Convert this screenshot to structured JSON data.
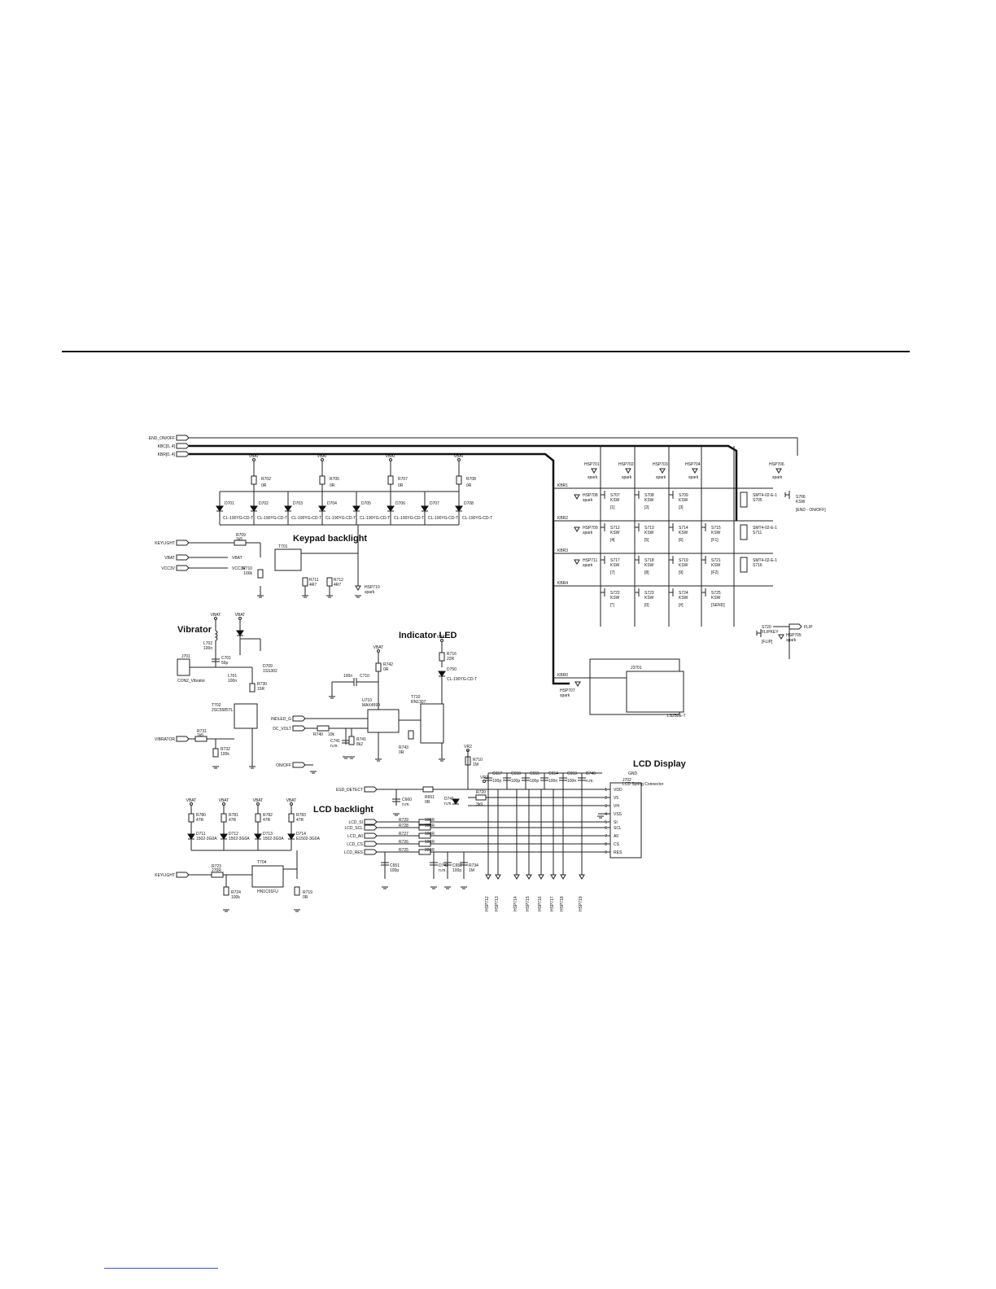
{
  "nets": {
    "end_on_off": "END_ON/OFF",
    "kbc": "KBC[0..4]",
    "kbr": "KBR[0..4]",
    "keylight": "KEYLIGHT",
    "vbat": "VBAT",
    "vcc3v": "VCC3V",
    "vibrator": "VIBRATOR",
    "indled": "INDLED_G",
    "dc_volt": "DC_VOLT",
    "onoff": "ON/OFF",
    "esd": "ESD_DETECT",
    "flip": "FLIP",
    "kbr1": "KBR1",
    "kbr2": "KBR2",
    "kbr3": "KBR3",
    "kbr4": "KBR4",
    "kbr0": "KBR0"
  },
  "sections": {
    "keypad_backlight": "Keypad backlight",
    "vibrator": "Vibrator",
    "indicator_led": "Indicator LED",
    "lcd_display": "LCD Display",
    "lcd_backlight": "LCD backlight"
  },
  "keypad_leds": [
    {
      "ref": "D701",
      "part": "CL-190YG-CD-T"
    },
    {
      "ref": "D702",
      "part": "CL-190YG-CD-T"
    },
    {
      "ref": "D703",
      "part": "CL-190YG-CD-T"
    },
    {
      "ref": "D704",
      "part": "CL-190YG-CD-T"
    },
    {
      "ref": "D705",
      "part": "CL-190YG-CD-T"
    },
    {
      "ref": "D706",
      "part": "CL-190YG-CD-T"
    },
    {
      "ref": "D707",
      "part": "CL-190YG-CD-T"
    },
    {
      "ref": "D708",
      "part": "CL-190YG-CD-T"
    }
  ],
  "keypad_resistors": [
    {
      "ref": "R702",
      "val": "0R"
    },
    {
      "ref": "R705",
      "val": "0R"
    },
    {
      "ref": "R707",
      "val": "0R"
    },
    {
      "ref": "R708",
      "val": "0R"
    }
  ],
  "keypad_drive": {
    "r709": "R709",
    "r709v": "1k5",
    "t701": "T701",
    "r710": "R710",
    "r710v": "100k",
    "r711": "R711",
    "r711v": "4R7",
    "r712": "R712",
    "r712v": "4R7",
    "hsp710": "HSP710",
    "spark": "spark",
    "vbat_port": "VBAT",
    "vcc_port": "VCC3V"
  },
  "keys": [
    [
      "[1]",
      "[2]",
      "[3]",
      ""
    ],
    [
      "[4]",
      "[5]",
      "[6]",
      "[F1]"
    ],
    [
      "[7]",
      "[8]",
      "[9]",
      "[F2]"
    ],
    [
      "[*]",
      "[0]",
      "[#]",
      "[SEND]"
    ]
  ],
  "key_refs": [
    [
      "S707",
      "S708",
      "S709",
      ""
    ],
    [
      "S712",
      "S713",
      "S714",
      "S715"
    ],
    [
      "S717",
      "S718",
      "S719",
      "S721"
    ],
    [
      "S722",
      "S723",
      "S724",
      "S725"
    ]
  ],
  "ksw": "KSW",
  "key_hsp": [
    "HSP701",
    "HSP702",
    "HSP703",
    "HSP704",
    "HSP706"
  ],
  "row_hsp": [
    "HSP708",
    "HSP709",
    "HSP711"
  ],
  "side_keys": [
    {
      "ref": "SMT4-02-E-1",
      "s": "S705"
    },
    {
      "ref": "SMT4-02-E-1",
      "s": "S711"
    },
    {
      "ref": "SMT4-02-E-1",
      "s": "S716"
    }
  ],
  "end_key": {
    "ref": "S706",
    "ksw": "KSW",
    "label": "[END - ON/OFF]"
  },
  "flip_key": {
    "ref": "S720",
    "part": "FLIPKEY",
    "label": "[FLIP]",
    "hsp": "HSP705",
    "spark": "spark"
  },
  "joystick": {
    "ref": "J3701",
    "part": "LS250E-T",
    "hsp": "HSP707"
  },
  "vibrator": {
    "conn": "J701",
    "conn_name": "CON2_Vibrator",
    "l702": "L702",
    "l702v": "100n",
    "c701": "C701",
    "c701v": "56p",
    "l701": "L701",
    "l701v": "100n",
    "d709": "D709",
    "d709v": "1SS302",
    "r730": "R730",
    "r730v": "15R",
    "t702": "T702",
    "t702v": "2SC5585TL",
    "r731": "R731",
    "r731v": "1k5",
    "r732": "R732",
    "r732v": "100k"
  },
  "indicator": {
    "r742": "R742",
    "r742v": "0R",
    "r716": "R716",
    "r716v": "22R",
    "d750": "D750",
    "d750v": "CL-190YG-CD-T",
    "c710": "C710",
    "c710v": "100n",
    "u710": "U710",
    "u710v": "MAX4599",
    "t710": "T710",
    "t710v": "RN1307",
    "r740": "R740",
    "r740v": "10k",
    "c741": "C741",
    "c741v": "n.m.",
    "r741": "R741",
    "r741v": "8k2",
    "r743": "R743",
    "r743v": "0R"
  },
  "lcd": {
    "connector": "J702",
    "connector_name": "LCD Spring Connector",
    "pins": [
      {
        "n": "1",
        "name": "VDD"
      },
      {
        "n": "2",
        "name": "V5"
      },
      {
        "n": "3",
        "name": "VH"
      },
      {
        "n": "4",
        "name": "VSS"
      },
      {
        "n": "5",
        "name": "SI"
      },
      {
        "n": "6",
        "name": "SCL"
      },
      {
        "n": "7",
        "name": "A0"
      },
      {
        "n": "8",
        "name": "CS"
      },
      {
        "n": "9",
        "name": "RES"
      }
    ],
    "gnd": "GND",
    "signals": [
      {
        "net": "LCD_SI",
        "r": "R729",
        "v": "100R"
      },
      {
        "net": "LCD_SCL",
        "r": "R728",
        "v": "100R"
      },
      {
        "net": "LCD_A0",
        "r": "R727",
        "v": "100R"
      },
      {
        "net": "LCD_CS",
        "r": "R726",
        "v": "100R"
      },
      {
        "net": "LCD_RES",
        "r": "R725",
        "v": "220R"
      }
    ],
    "caps": [
      {
        "ref": "C657",
        "v": "100p"
      },
      {
        "ref": "C650",
        "v": "100p"
      },
      {
        "ref": "C655",
        "v": "100p"
      },
      {
        "ref": "C654",
        "v": "100n"
      },
      {
        "ref": "C653",
        "v": "100n"
      },
      {
        "ref": "D740",
        "v": "n.m."
      }
    ],
    "r710": "R710",
    "r710v": "1M",
    "r720": "R720",
    "r720v": "3k9",
    "vr2": "VR2",
    "c660": "C660",
    "c660v": "n.m.",
    "r651": "R651",
    "r651v": "0R",
    "d741": "D741",
    "d741v": "n.m.",
    "c651": "C651",
    "c651v": "100p",
    "d742": "D742",
    "d742v": "n.m.",
    "c652": "C652",
    "c652v": "100p",
    "r734": "R734",
    "r734v": "1M",
    "hsp": [
      "HSP712",
      "HSP713",
      "HSP714",
      "HSP715",
      "HSP716",
      "HSP717",
      "HSP718",
      "HSP719"
    ]
  },
  "lcd_backlight": {
    "leds": [
      {
        "r": "R780",
        "rv": "47R",
        "d": "D711",
        "dv": "1502-3G0A"
      },
      {
        "r": "R781",
        "rv": "47R",
        "d": "D712",
        "dv": "1502-3G0A"
      },
      {
        "r": "R782",
        "rv": "47R",
        "d": "D713",
        "dv": "1502-3G0A"
      },
      {
        "r": "R783",
        "rv": "47R",
        "d": "D714",
        "dv": "E1502-3G0A"
      }
    ],
    "r723": "R723",
    "r723v": "270R",
    "r724": "R724",
    "r724v": "100k",
    "t704": "T704",
    "t704v": "HN1C01FU",
    "r719": "R719",
    "r719v": "0R"
  }
}
